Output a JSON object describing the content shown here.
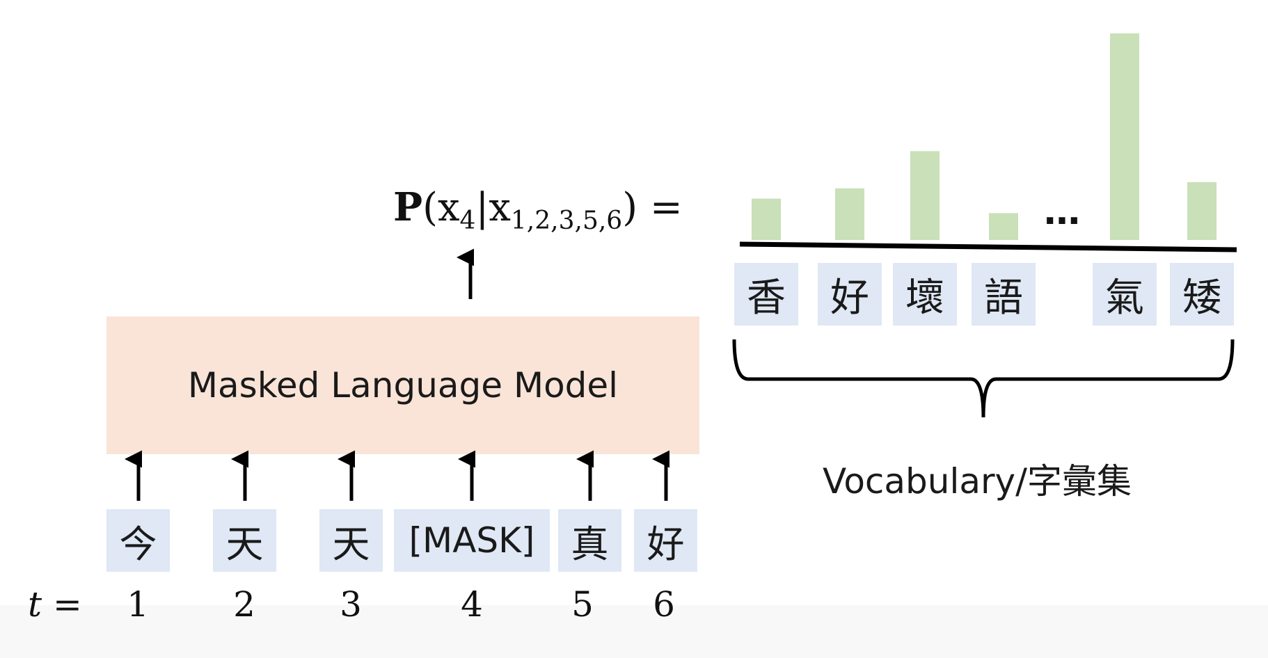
{
  "model": {
    "label": "Masked Language Model"
  },
  "time_label": {
    "var": "t",
    "eq": " ="
  },
  "tokens": [
    {
      "text": "今",
      "t": "1"
    },
    {
      "text": "天",
      "t": "2"
    },
    {
      "text": "天",
      "t": "3"
    },
    {
      "text": "[MASK]",
      "t": "4"
    },
    {
      "text": "真",
      "t": "5"
    },
    {
      "text": "好",
      "t": "6"
    }
  ],
  "probability": {
    "P": "P",
    "open": "(x",
    "target_sub": "4",
    "bar": "|x",
    "context_sub": "1,2,3,5,6",
    "close": ") ="
  },
  "vocab_caption": "Vocabulary/字彙集",
  "ellipsis": "…",
  "bar_color": "#c9e0b8",
  "token_bg": "#dfe8f4",
  "model_bg": "#f9e4d7",
  "chart_data": {
    "type": "bar",
    "categories": [
      "香",
      "好",
      "壞",
      "語",
      "氣",
      "矮"
    ],
    "values": [
      0.2,
      0.25,
      0.43,
      0.13,
      1.0,
      0.28
    ],
    "ylim": [
      0,
      1
    ],
    "grid": false
  }
}
